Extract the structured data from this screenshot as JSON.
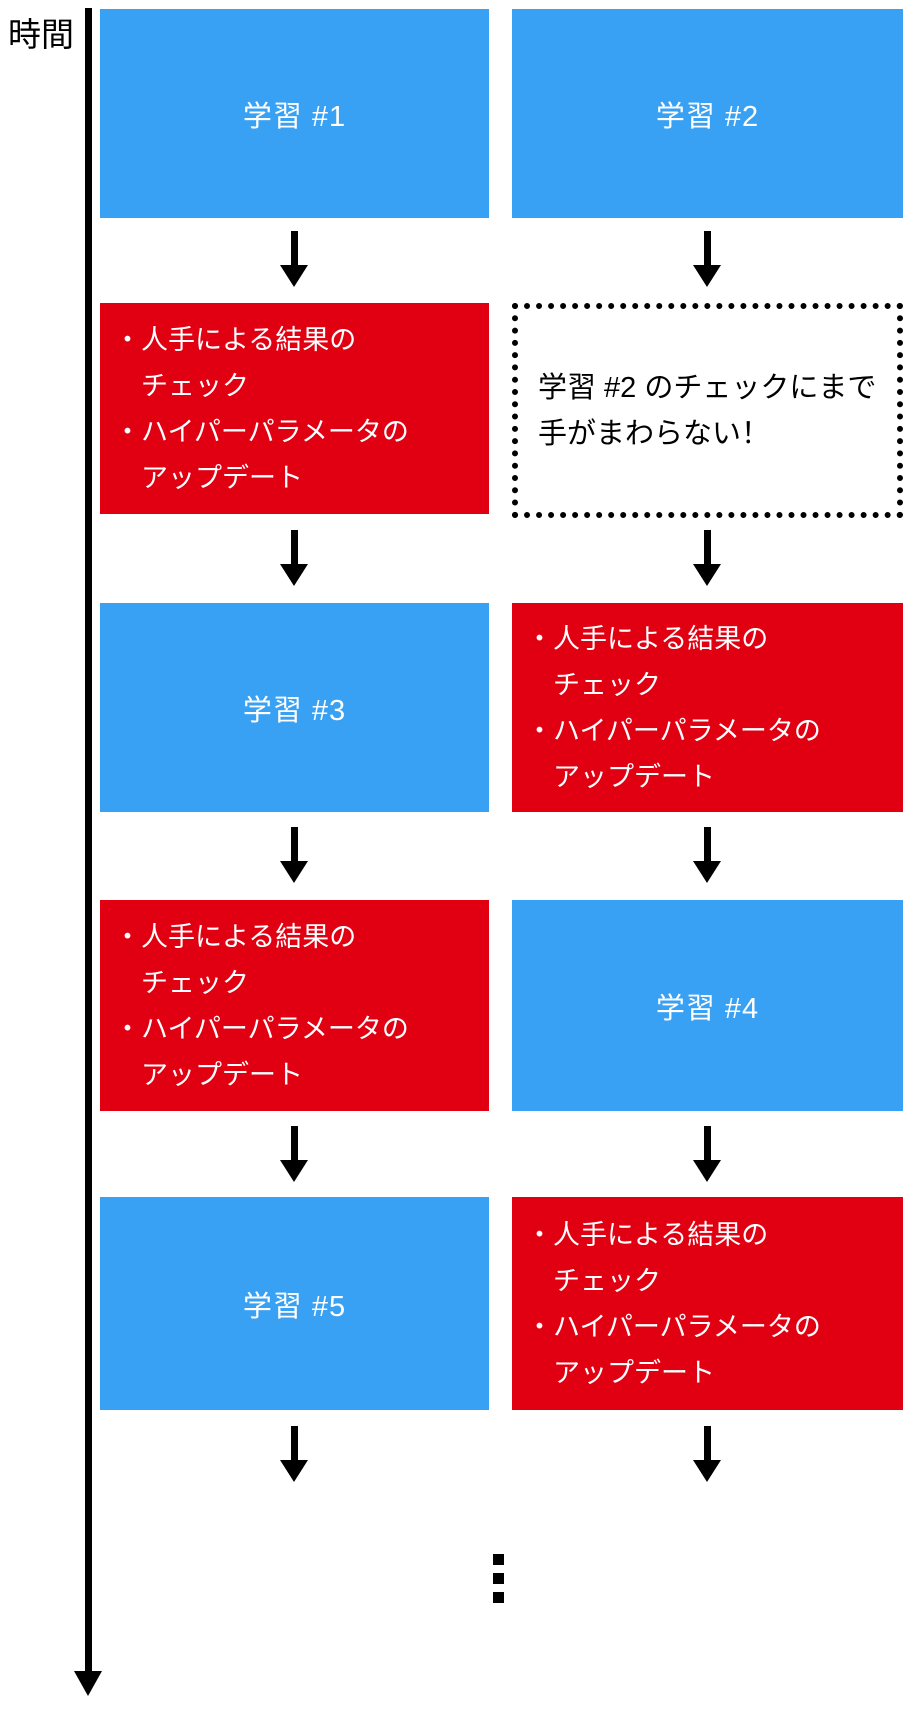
{
  "diagram": {
    "timeline": {
      "label": "時間"
    },
    "colors": {
      "train_blue": "#38a1f4",
      "check_red": "#e10012",
      "ink": "#000000"
    },
    "train_labels": [
      "学習 #1",
      "学習 #2",
      "学習 #3",
      "学習 #4",
      "学習 #5"
    ],
    "check_list": {
      "bullet": "・",
      "items": [
        {
          "line1": "人手による結果の",
          "line2": "チェック"
        },
        {
          "line1": "ハイパーパラメータの",
          "line2": "アップデート"
        }
      ]
    },
    "overflow_note": {
      "line1": "学習 #2 のチェックにまで",
      "line2": "手がまわらない！"
    },
    "icons": {
      "down_arrow": "arrow-down",
      "time_axis": "time-axis-arrow",
      "ellipsis": "vertical-ellipsis"
    }
  }
}
